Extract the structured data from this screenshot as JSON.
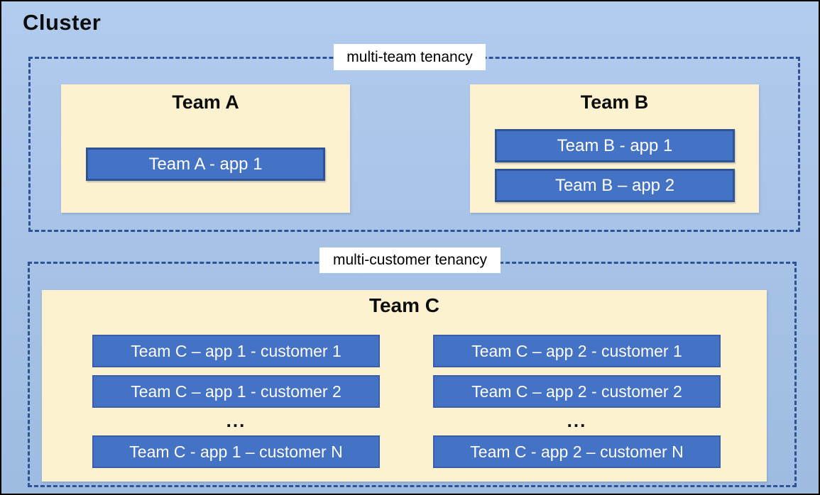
{
  "cluster": {
    "title": "Cluster"
  },
  "sections": [
    {
      "label": "multi-team tenancy",
      "teams": [
        {
          "name": "Team A",
          "apps": [
            "Team A - app 1"
          ]
        },
        {
          "name": "Team B",
          "apps": [
            "Team B - app 1",
            "Team B – app 2"
          ]
        }
      ]
    },
    {
      "label": "multi-customer tenancy",
      "team": {
        "name": "Team C",
        "columns": [
          {
            "items": [
              "Team C – app 1 - customer 1",
              "Team C – app 1 - customer 2",
              "...",
              "Team C - app 1 – customer N"
            ]
          },
          {
            "items": [
              "Team C – app 2 - customer 1",
              "Team C – app 2 - customer 2",
              "...",
              "Team C - app 2 – customer N"
            ]
          }
        ]
      }
    }
  ],
  "colors": {
    "cluster_background": "#a8c4e8",
    "dashed_border": "#2e5394",
    "team_background": "#fdf2cf",
    "app_fill": "#4472c4",
    "app_border": "#2f5496",
    "app_text": "#ffffff",
    "label_background": "#ffffff",
    "text": "#0d0d0d"
  }
}
